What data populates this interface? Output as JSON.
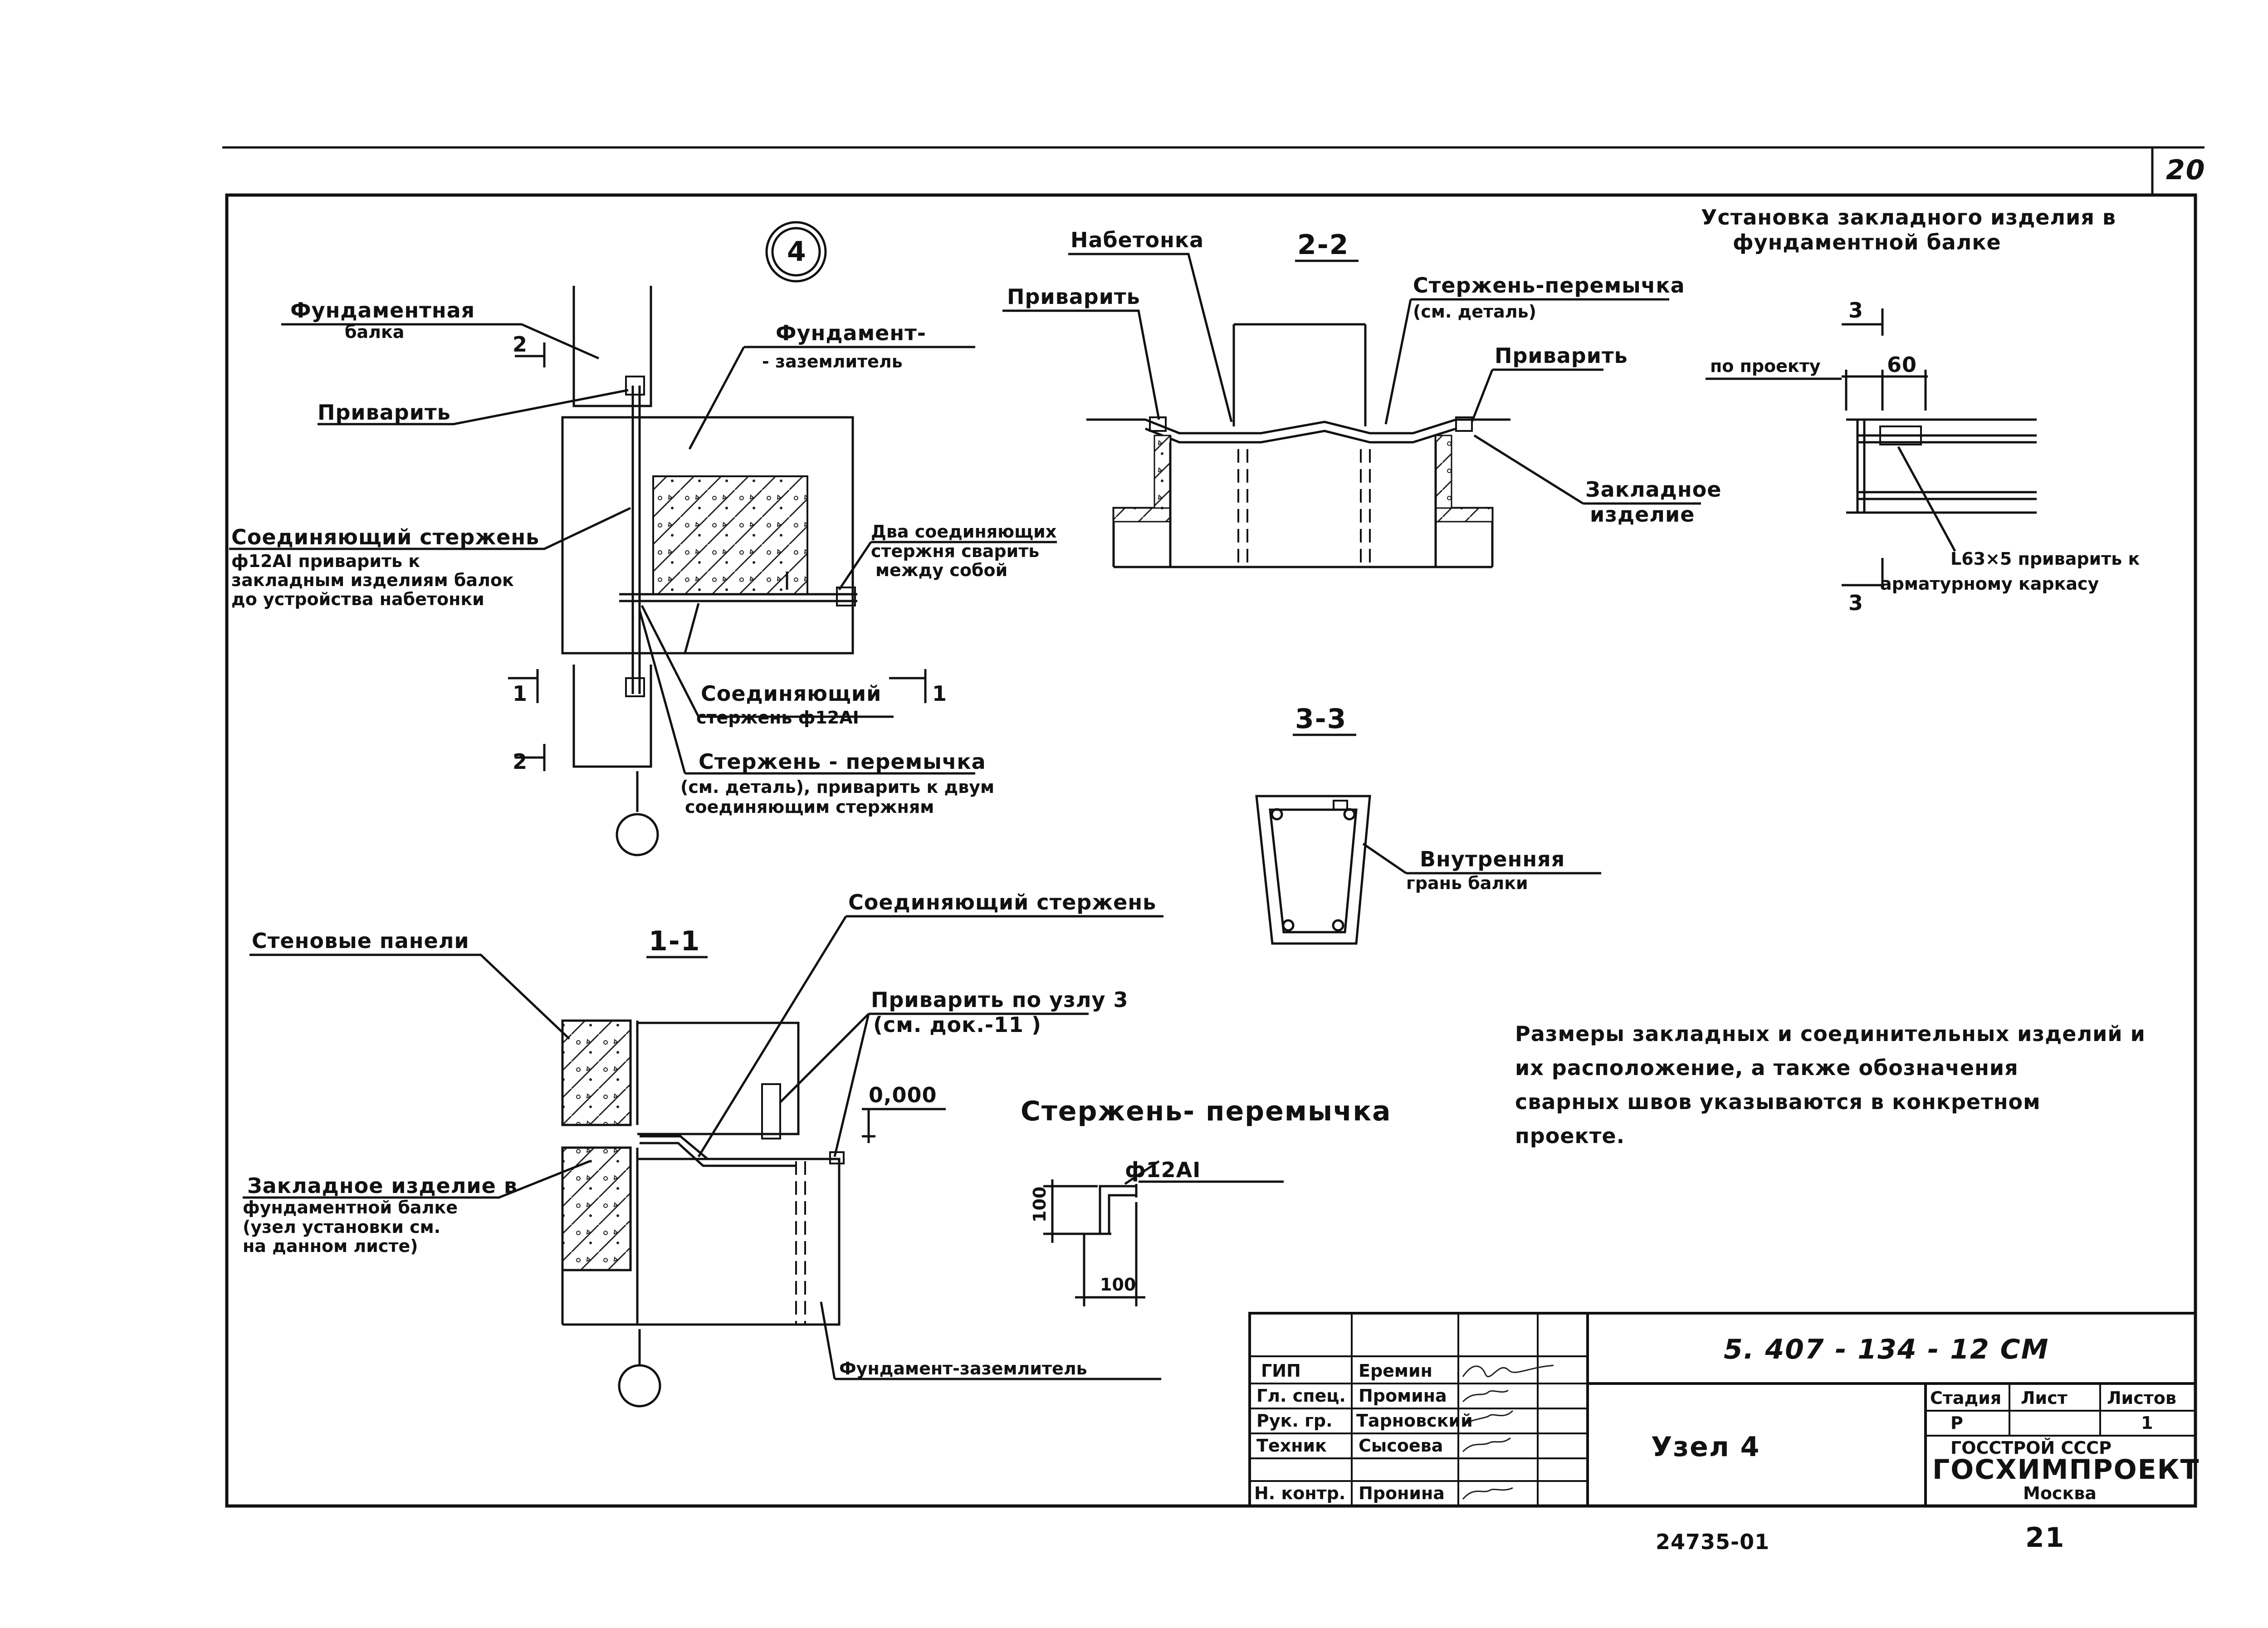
{
  "sheet": {
    "corner_number": "20",
    "bottom_code": "24735-01",
    "bottom_page": "21"
  },
  "node4": {
    "circle_label": "4",
    "labels": {
      "foundation_beam": [
        "Фундаментная",
        "балка"
      ],
      "foundation_ground": [
        "Фундамент-",
        "- заземлитель"
      ],
      "weld": "Приварить",
      "connecting_rod": [
        "Соединяющий стержень",
        "ф12АI приварить к",
        "закладным изделиям балок",
        "до устройства набетонки"
      ],
      "two_rods": [
        "Два соединяющих",
        "стержня сварить",
        "между собой"
      ],
      "connecting_rod_2": [
        "Соединяющий",
        "стержень ф12АI"
      ],
      "jumper_rod": [
        "Стержень - перемычка",
        "(см. деталь), приварить к двум",
        "соединяющим стержням"
      ]
    },
    "section_marks": {
      "s1": "1",
      "s2": "2"
    }
  },
  "section22": {
    "title": "2-2",
    "labels": {
      "nabetonka": "Набетонка",
      "weld_left": "Приварить",
      "jumper": [
        "Стержень-перемычка",
        "(см. деталь)"
      ],
      "weld_right": "Приварить",
      "embedded": [
        "Закладное",
        "изделие"
      ]
    }
  },
  "install": {
    "title": [
      "Установка закладного изделия в",
      "фундаментной балке"
    ],
    "mark": "3",
    "labels": {
      "by_project": "по проекту",
      "dim60": "60",
      "angle": [
        "L63×5 приварить к",
        "арматурному каркасу"
      ]
    }
  },
  "section33": {
    "title": "3-3",
    "labels": {
      "inner_face": [
        "Внутренняя",
        "грань балки"
      ]
    }
  },
  "section11": {
    "title": "1-1",
    "labels": {
      "wall_panels": "Стеновые панели",
      "connecting_rod": "Соединяющий стержень",
      "weld_node3": [
        "Приварить по узлу 3",
        "(см. док.-11  )"
      ],
      "level": "0,000",
      "embedded": [
        "Закладное изделие в",
        "фундаментной балке",
        "(узел установки см.",
        "на данном листе)"
      ],
      "foundation_ground": "Фундамент-заземлитель"
    }
  },
  "jumper_detail": {
    "title": "Стержень- перемычка",
    "rod": "ф12АI",
    "dim_v": "100",
    "dim_h": "100"
  },
  "note": [
    "Размеры закладных и соединительных изделий и",
    "их расположение, а также обозначения",
    "сварных швов указываются в конкретном",
    "проекте."
  ],
  "title_block": {
    "doc_code": "5. 407 - 134 - 12 СМ",
    "node_title": "Узел 4",
    "roles": [
      "ГИП",
      "Гл. спец.",
      "Рук. гр.",
      "Техник",
      "",
      "Н. контр."
    ],
    "names": [
      "Еремин",
      "Промина",
      "Тарновский",
      "Сысоева",
      "",
      "Пронина"
    ],
    "stage_header": [
      "Стадия",
      "Лист",
      "Листов"
    ],
    "stage_values": [
      "Р",
      "",
      "1"
    ],
    "org": [
      "ГОССТРОЙ СССР",
      "ГОСХИМПРОЕКТ",
      "Москва"
    ]
  }
}
